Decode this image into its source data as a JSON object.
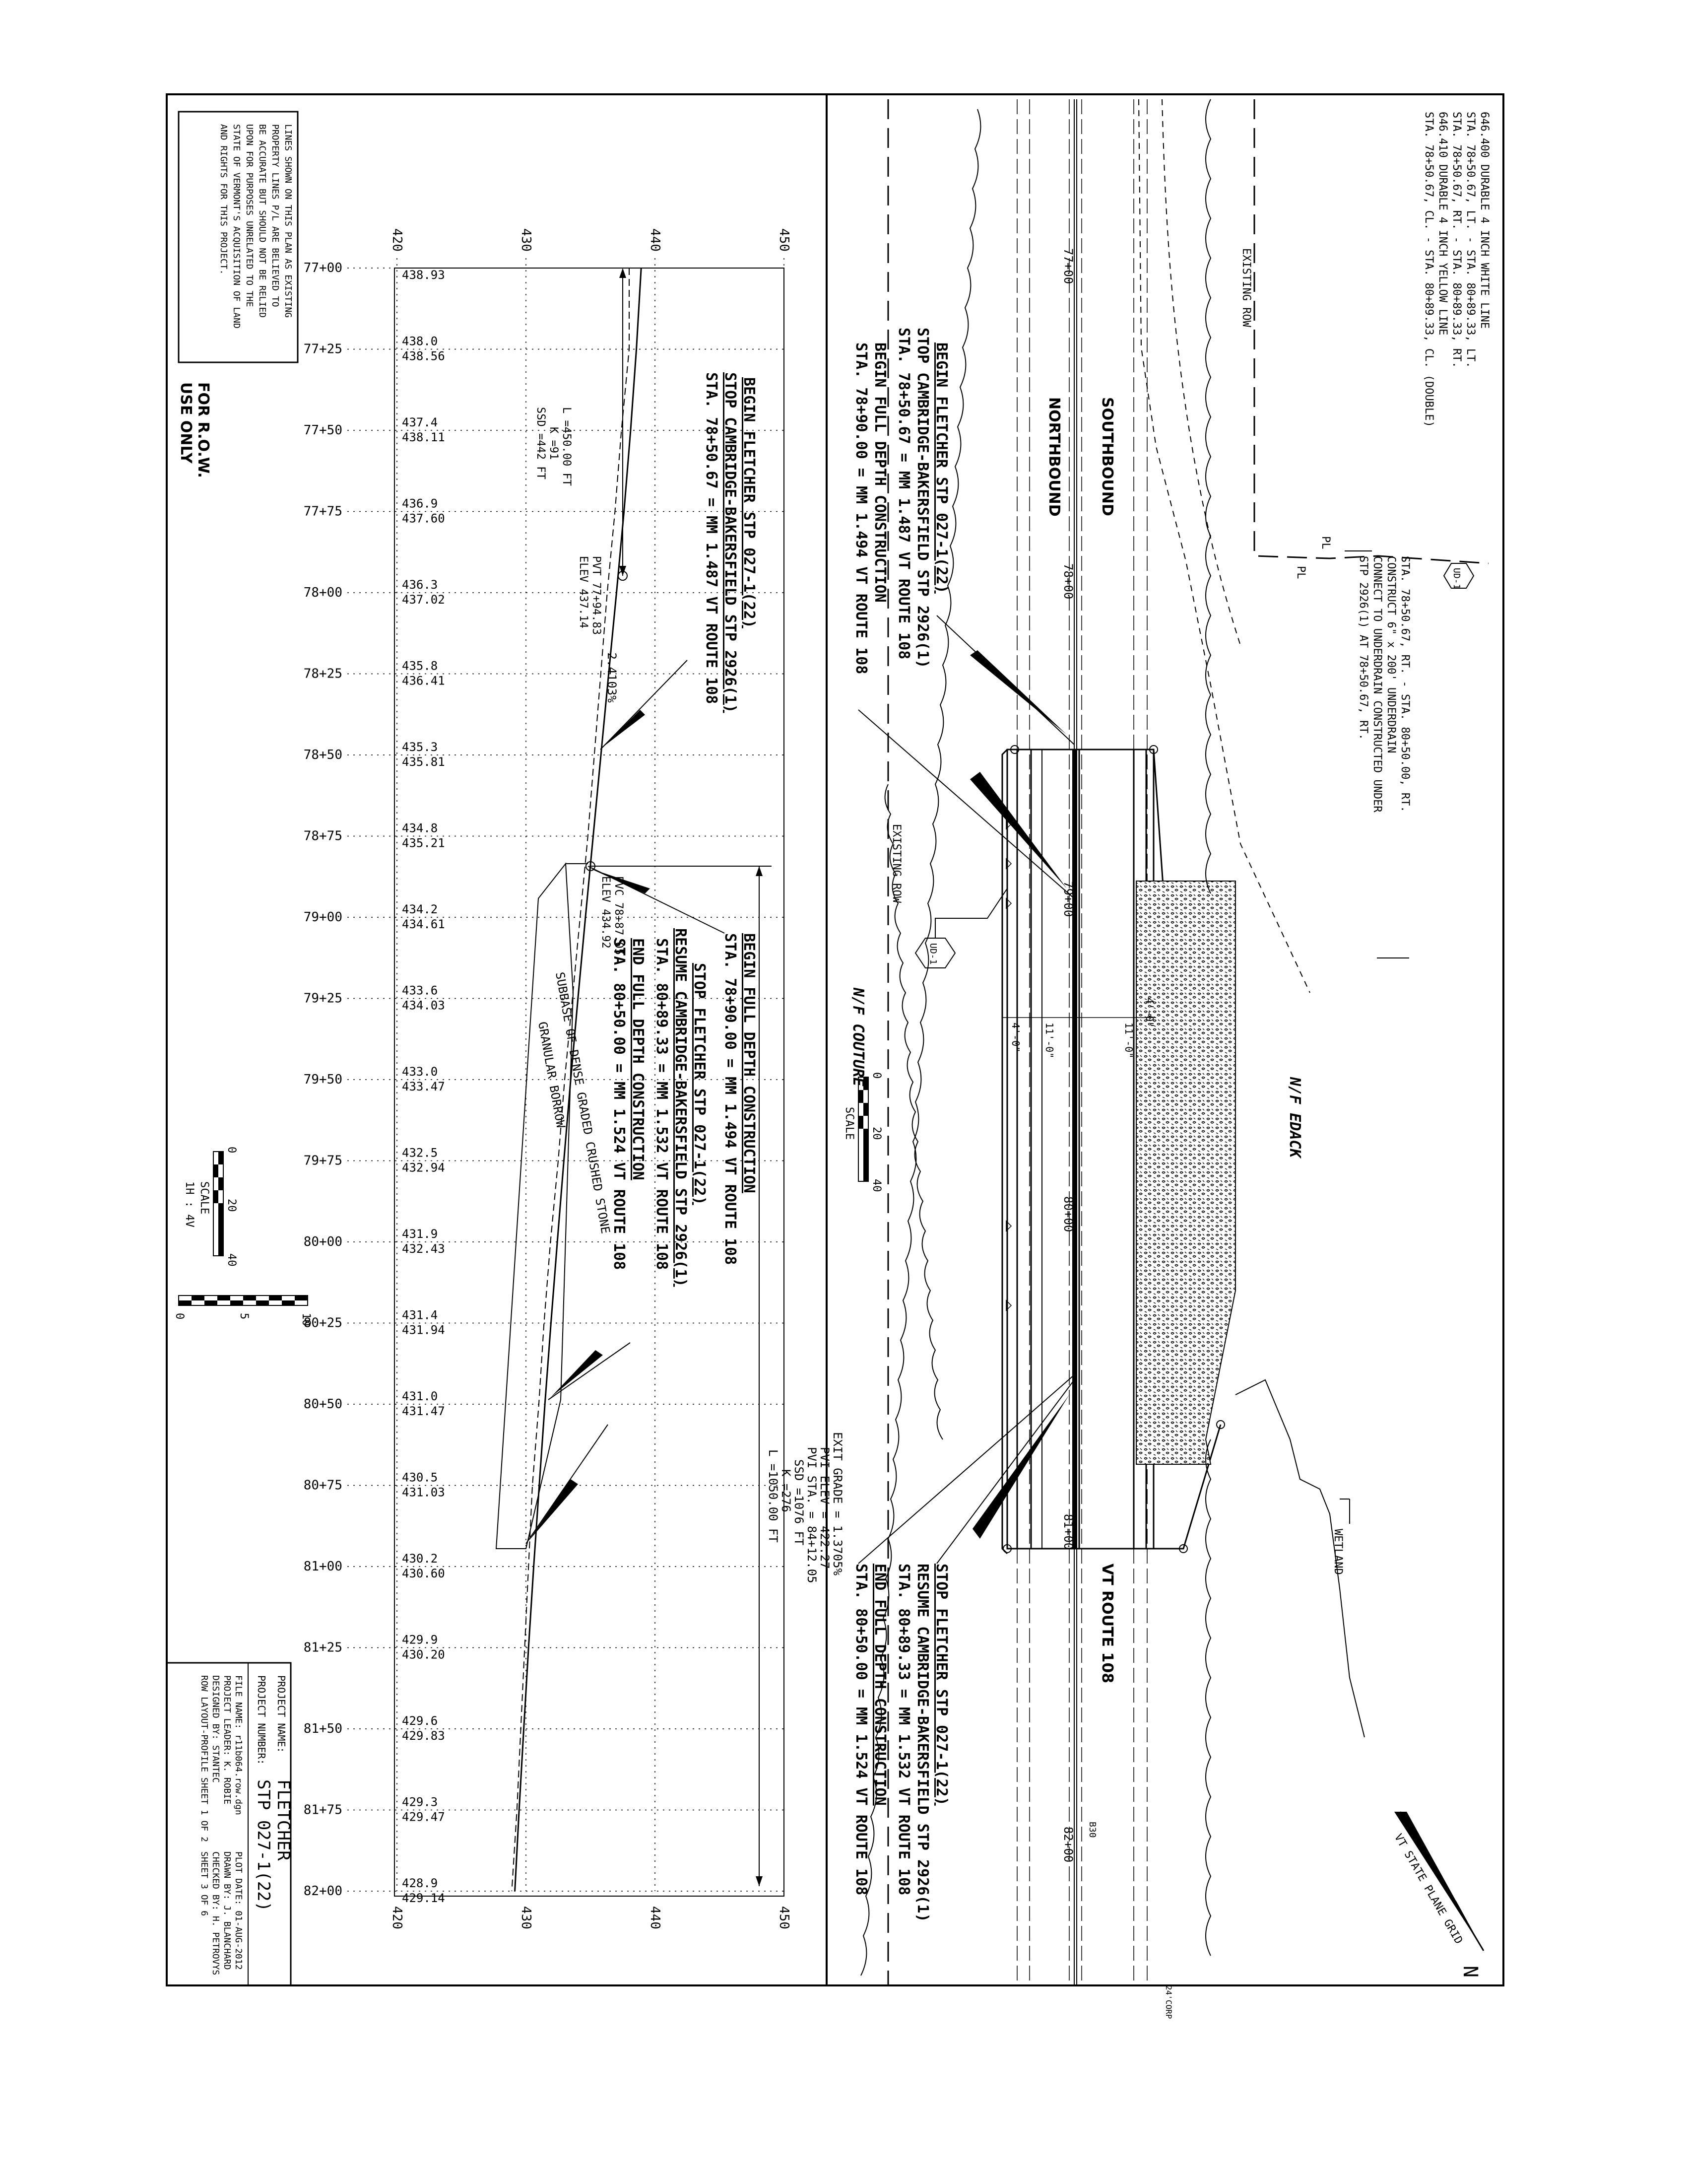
{
  "plan": {
    "notes_top": [
      "646.400 DURABLE 4 INCH WHITE LINE",
      "STA. 78+50.67, LT. - STA. 80+89.33, LT.",
      "STA. 78+50.67, RT. - STA. 80+89.33, RT.",
      "646.410 DURABLE 4 INCH YELLOW LINE",
      "STA. 78+50.67, CL. - STA. 80+89.33, CL. (DOUBLE)"
    ],
    "ud_note": [
      "STA. 78+50.67, RT. - STA. 80+50.00, RT.",
      "CONSTRUCT 6\" x 200' UNDERDRAIN",
      "CONNECT TO UNDERDRAIN CONSTRUCTED UNDER",
      "STP 2926(1) AT 78+50.67, RT."
    ],
    "ud_label": "UD-1",
    "existing_row": "EXISTING ROW",
    "pl": "PL",
    "southbound": "SOUTHBOUND",
    "northbound": "NORTHBOUND",
    "stations": [
      "77+00",
      "78+00",
      "79+00",
      "80+00",
      "81+00",
      "82+00"
    ],
    "begin_block": [
      "BEGIN FLETCHER STP 027-1(22)",
      "STOP CAMBRIDGE-BAKERSFIELD STP 2926(1)",
      "STA. 78+50.67 = MM 1.487 VT ROUTE 108",
      "BEGIN FULL DEPTH CONSTRUCTION",
      "STA. 78+90.00 = MM 1.494 VT ROUTE 108"
    ],
    "end_block": [
      "STOP FLETCHER STP 027-1(22)",
      "RESUME CAMBRIDGE-BAKERSFIELD STP 2926(1)",
      "STA. 80+89.33 = MM 1.532 VT ROUTE 108",
      "END FULL DEPTH CONSTRUCTION",
      "STA. 80+50.00 = MM 1.524 VT ROUTE 108"
    ],
    "nf_edack": "N/F EDACK",
    "nf_couture": "N/F COUTURE",
    "wetland": "WETLAND",
    "route": "VT ROUTE 108",
    "grid": "VT STATE PLANE GRID",
    "north": "N",
    "lane_dims": [
      "11'-0\"",
      "11'-0\"",
      "4'-0\"",
      "4'-0\""
    ],
    "bar_ticks": [
      "0",
      "20",
      "40"
    ],
    "scale_label": "SCALE",
    "b30": "B30"
  },
  "profile": {
    "chart_data": {
      "type": "line",
      "x_labels": [
        "77+00",
        "77+25",
        "77+50",
        "77+75",
        "78+00",
        "78+25",
        "78+50",
        "78+75",
        "79+00",
        "79+25",
        "79+50",
        "79+75",
        "80+00",
        "80+25",
        "80+50",
        "80+75",
        "81+00",
        "81+25",
        "81+50",
        "81+75",
        "82+00"
      ],
      "y_ticks": [
        "420",
        "430",
        "440",
        "450"
      ],
      "ylim": [
        420,
        450
      ],
      "series": [
        {
          "values": [
            438.93,
            438.56,
            438.11,
            437.6,
            437.02,
            436.41,
            435.81,
            435.21,
            434.61,
            434.03,
            433.47,
            432.94,
            432.43,
            431.94,
            431.47,
            431.03,
            430.6,
            430.2,
            429.83,
            429.47,
            429.14
          ]
        },
        {
          "values": [
            438.0,
            438.0,
            437.4,
            436.9,
            436.3,
            435.8,
            435.3,
            434.8,
            434.2,
            433.6,
            433.0,
            432.5,
            431.9,
            431.4,
            431.0,
            430.5,
            430.2,
            429.9,
            429.6,
            429.3,
            428.9
          ]
        }
      ]
    },
    "top_labels": [
      "438.93",
      "438.56",
      "438.11",
      "437.60",
      "437.02",
      "436.41",
      "435.81",
      "435.21",
      "434.61",
      "434.03",
      "433.47",
      "432.94",
      "432.43",
      "431.94",
      "431.47",
      "431.03",
      "430.60",
      "430.20",
      "429.83",
      "429.47",
      "429.14"
    ],
    "bot_labels": [
      "",
      "438.0",
      "437.4",
      "436.9",
      "436.3",
      "435.8",
      "435.3",
      "434.8",
      "434.2",
      "433.6",
      "433.0",
      "432.5",
      "431.9",
      "431.4",
      "431.0",
      "430.5",
      "430.2",
      "429.9",
      "429.6",
      "429.3",
      "428.9"
    ],
    "vc1": [
      "L =450.00 FT",
      "K =91",
      "SSD =442 FT"
    ],
    "pvt": [
      "PVT 77+94.83",
      "ELEV 437.14"
    ],
    "grade": "-2.4103%",
    "pvc": [
      "PVC 78+87.05",
      "ELEV 434.92"
    ],
    "vc2": [
      "L =1050.00 FT",
      "K =276",
      "SSD =1076 FT",
      "PVI STA. = 84+12.05",
      "PVI ELEV = 422.27",
      "EXIT GRADE = 1.3705%"
    ],
    "begin_block": [
      "BEGIN FLETCHER STP 027-1(22)",
      "STOP CAMBRIDGE-BAKERSFIELD STP 2926(1)",
      "STA. 78+50.67 = MM 1.487 VT ROUTE 108"
    ],
    "mid_block": [
      "BEGIN FULL DEPTH CONSTRUCTION",
      "STA. 78+90.00 = MM 1.494 VT ROUTE 108",
      "STOP FLETCHER STP 027-1(22)",
      "RESUME CAMBRIDGE-BAKERSFIELD STP 2926(1)",
      "STA. 80+89.33 = MM 1.532 VT ROUTE 108",
      "END FULL DEPTH CONSTRUCTION",
      "STA. 80+50.00 = MM 1.524 VT ROUTE 108"
    ],
    "subbase": [
      "SUBBASE OF DENSE GRADED CRUSHED STONE",
      "GRANULAR BORROW"
    ],
    "scale_h": [
      "0",
      "20",
      "40"
    ],
    "scale_label": "SCALE",
    "scale_ratio": "1H : 4V",
    "scale_v": [
      "0",
      "5",
      "10"
    ]
  },
  "disclaimer": [
    "LINES SHOWN ON THIS PLAN AS EXISTING",
    "PROPERTY LINES P/L ARE BELIEVED TO",
    "BE ACCURATE BUT SHOULD NOT BE RELIED",
    "UPON FOR PURPOSES UNRELATED TO THE",
    "STATE OF VERMONT'S ACQUISITION OF LAND",
    "AND RIGHTS FOR THIS PROJECT."
  ],
  "row_use": [
    "FOR R.O.W.",
    "USE ONLY"
  ],
  "title_block": {
    "project_name_label": "PROJECT NAME:",
    "project_name": "FLETCHER",
    "project_number_label": "PROJECT NUMBER:",
    "project_number": "STP 027-1(22)",
    "file_name": "FILE NAME: r11b064.row.dgn",
    "project_leader": "PROJECT LEADER: K. ROBIE",
    "designed_by": "DESIGNED BY: STANTEC",
    "sheet_title": "ROW LAYOUT-PROFILE SHEET 1 OF 2",
    "plot_date": "PLOT DATE: 01-AUG-2012",
    "drawn_by": "DRAWN BY: J. BLANCHARD",
    "checked_by": "CHECKED BY: H. PETROVYS",
    "sheet_no": "SHEET 3 OF 6"
  },
  "corner_stamp": "24'CORP"
}
